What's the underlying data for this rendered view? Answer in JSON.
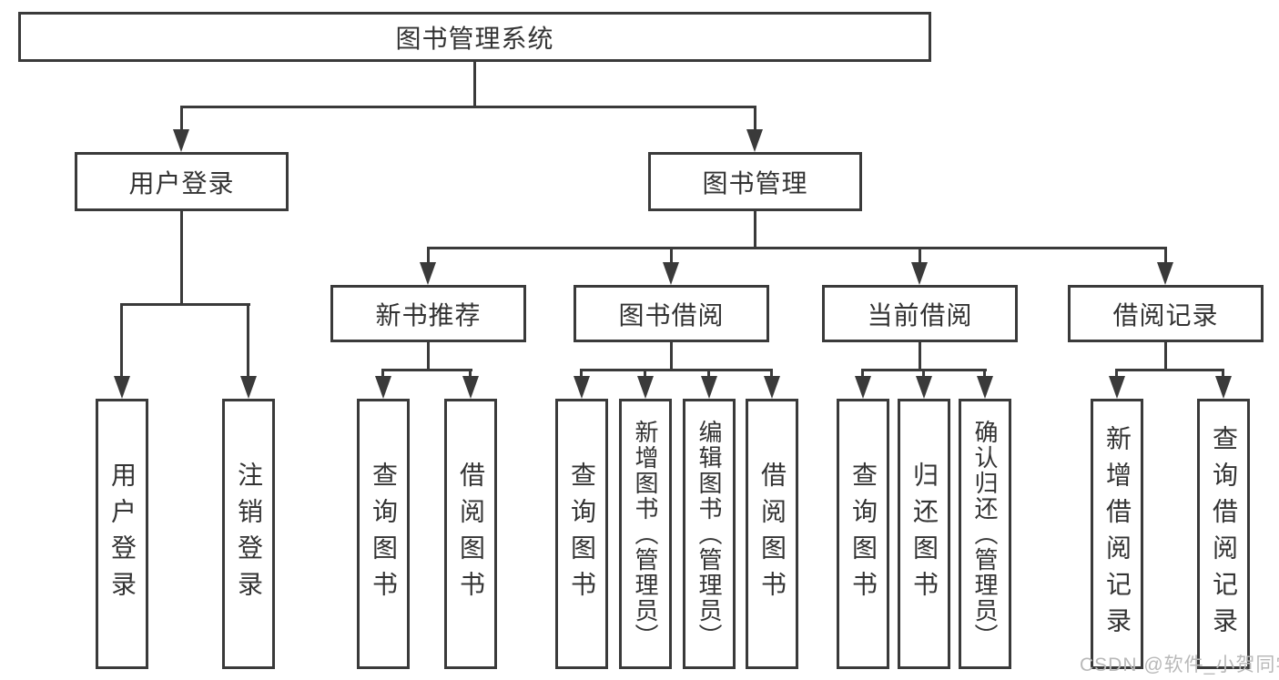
{
  "diagram": {
    "root": {
      "label": "图书管理系统"
    },
    "level2": [
      {
        "label": "用户登录"
      },
      {
        "label": "图书管理"
      }
    ],
    "level3": [
      {
        "label": "新书推荐"
      },
      {
        "label": "图书借阅"
      },
      {
        "label": "当前借阅"
      },
      {
        "label": "借阅记录"
      }
    ],
    "leaves": {
      "user_login": [
        {
          "label": "用户登录"
        },
        {
          "label": "注销登录"
        }
      ],
      "new_books": [
        {
          "label": "查询图书"
        },
        {
          "label": "借阅图书"
        }
      ],
      "book_borrow": [
        {
          "label": "查询图书"
        },
        {
          "label": "新增图书（管理员）"
        },
        {
          "label": "编辑图书（管理员）"
        },
        {
          "label": "借阅图书"
        }
      ],
      "current_borrow": [
        {
          "label": "查询图书"
        },
        {
          "label": "归还图书"
        },
        {
          "label": "确认归还（管理员）"
        }
      ],
      "borrow_records": [
        {
          "label": "新增借阅记录"
        },
        {
          "label": "查询借阅记录"
        }
      ]
    },
    "watermark": "CSDN @软件_小贺同学",
    "colors": {
      "line": "#3a3a3a",
      "text": "#333333",
      "watermark": "#b9b9b9",
      "background": "#ffffff"
    }
  }
}
